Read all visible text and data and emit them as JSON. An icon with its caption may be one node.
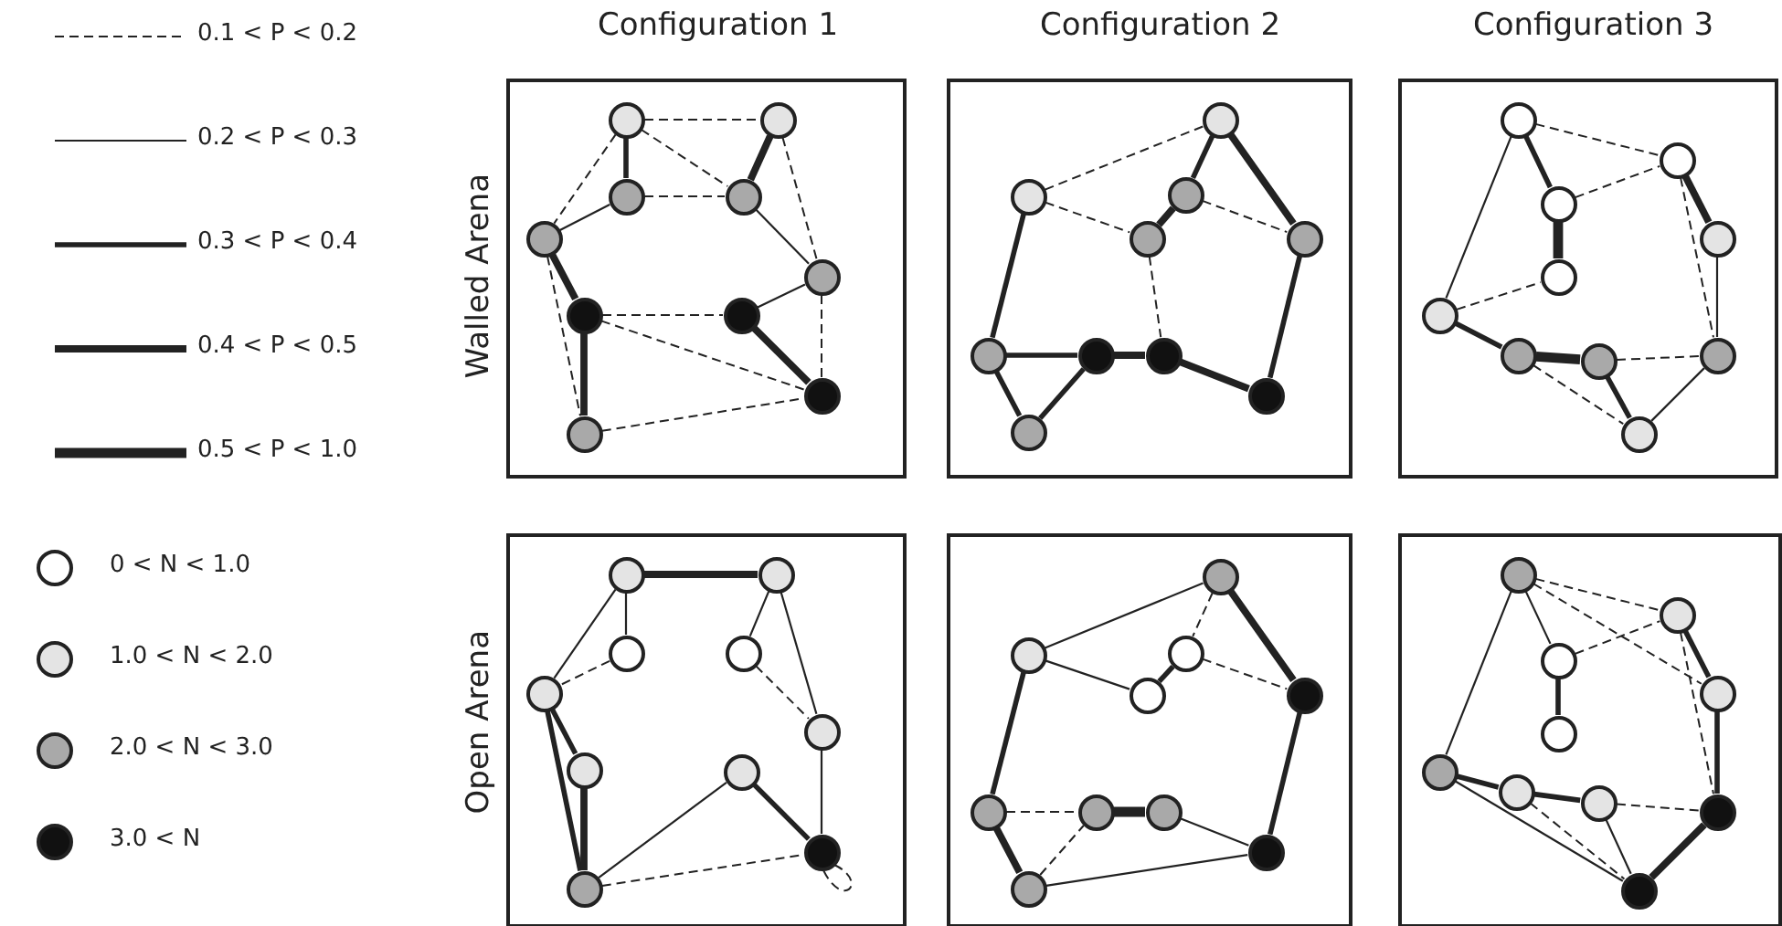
{
  "diagram": {
    "nodes": [
      {
        "text": [],
        "shape": "box"
      },
      {
        "text": [],
        "shape": "circle",
        "in": 0
      },
      {
        "text": [],
        "shape": "circle",
        "in": 0
      },
      {
        "text": [],
        "shape": "circle",
        "in": 0
      },
      {
        "text": [],
        "shape": "circle",
        "in": 0
      },
      {
        "text": [],
        "shape": "circle",
        "in": 0
      },
      {
        "text": [],
        "shape": "circle",
        "in": 0
      },
      {
        "text": [],
        "shape": "circle",
        "in": 0
      },
      {
        "text": [],
        "shape": "circle",
        "in": 0
      },
      {
        "text": [],
        "shape": "circle",
        "in": 0
      },
      {
        "text": [],
        "shape": "circle",
        "in": 0
      },
      {
        "text": [],
        "shape": "box"
      },
      {
        "text": [],
        "shape": "circle",
        "in": 11
      },
      {
        "text": [],
        "shape": "circle",
        "in": 11
      },
      {
        "text": [],
        "shape": "circle",
        "in": 11
      },
      {
        "text": [],
        "shape": "circle",
        "in": 11
      },
      {
        "text": [],
        "shape": "circle",
        "in": 11
      },
      {
        "text": [],
        "shape": "circle",
        "in": 11
      },
      {
        "text": [],
        "shape": "circle",
        "in": 11
      },
      {
        "text": [],
        "shape": "circle",
        "in": 11
      },
      {
        "text": [],
        "shape": "circle",
        "in": 11
      },
      {
        "text": [],
        "shape": "circle",
        "in": 11
      },
      {
        "text": [],
        "shape": "box"
      },
      {
        "text": [],
        "shape": "circle",
        "in": 22
      },
      {
        "text": [],
        "shape": "circle",
        "in": 22
      },
      {
        "text": [],
        "shape": "circle",
        "in": 22
      },
      {
        "text": [],
        "shape": "circle",
        "in": 22
      },
      {
        "text": [],
        "shape": "circle",
        "in": 22
      },
      {
        "text": [],
        "shape": "circle",
        "in": 22
      },
      {
        "text": [],
        "shape": "circle",
        "in": 22
      },
      {
        "text": [],
        "shape": "circle",
        "in": 22
      },
      {
        "text": [],
        "shape": "circle",
        "in": 22
      },
      {
        "text": [],
        "shape": "circle",
        "in": 22
      },
      {
        "text": [],
        "shape": "box"
      },
      {
        "text": [],
        "shape": "circle",
        "in": 33
      },
      {
        "text": [],
        "shape": "circle",
        "in": 33
      },
      {
        "text": [],
        "shape": "circle",
        "in": 33
      },
      {
        "text": [],
        "shape": "circle",
        "in": 33
      },
      {
        "text": [],
        "shape": "circle",
        "in": 33
      },
      {
        "text": [],
        "shape": "circle",
        "in": 33
      },
      {
        "text": [],
        "shape": "circle",
        "in": 33
      },
      {
        "text": [],
        "shape": "circle",
        "in": 33
      },
      {
        "text": [],
        "shape": "circle",
        "in": 33
      },
      {
        "text": [],
        "shape": "circle",
        "in": 33
      },
      {
        "text": [],
        "shape": "box"
      },
      {
        "text": [],
        "shape": "circle",
        "in": 44
      },
      {
        "text": [],
        "shape": "circle",
        "in": 44
      },
      {
        "text": [],
        "shape": "circle",
        "in": 44
      },
      {
        "text": [],
        "shape": "circle",
        "in": 44
      },
      {
        "text": [],
        "shape": "circle",
        "in": 44
      },
      {
        "text": [],
        "shape": "circle",
        "in": 44
      },
      {
        "text": [],
        "shape": "circle",
        "in": 44
      },
      {
        "text": [],
        "shape": "circle",
        "in": 44
      },
      {
        "text": [],
        "shape": "circle",
        "in": 44
      },
      {
        "text": [],
        "shape": "circle",
        "in": 44
      },
      {
        "text": [],
        "shape": "box"
      },
      {
        "text": [],
        "shape": "circle",
        "in": 55
      },
      {
        "text": [],
        "shape": "circle",
        "in": 55
      },
      {
        "text": [],
        "shape": "circle",
        "in": 55
      },
      {
        "text": [],
        "shape": "circle",
        "in": 55
      },
      {
        "text": [],
        "shape": "circle",
        "in": 55
      },
      {
        "text": [],
        "shape": "circle",
        "in": 55
      },
      {
        "text": [],
        "shape": "circle",
        "in": 55
      },
      {
        "text": [],
        "shape": "circle",
        "in": 55
      },
      {
        "text": [],
        "shape": "circle",
        "in": 55
      },
      {
        "text": [],
        "shape": "circle",
        "in": 55
      }
    ],
    "edges": [
      {
        "from": 1,
        "to": 2,
        "arrow": "none",
        "style": "dashed"
      },
      {
        "from": 1,
        "to": 3,
        "arrow": "none",
        "style": "thick"
      },
      {
        "from": 1,
        "to": 5,
        "arrow": "none",
        "style": "dashed"
      },
      {
        "from": 1,
        "to": 4,
        "arrow": "none",
        "style": "dashed"
      },
      {
        "from": 2,
        "to": 4,
        "arrow": "none",
        "style": "thick"
      },
      {
        "from": 2,
        "to": 6,
        "arrow": "none",
        "style": "dashed"
      },
      {
        "from": 3,
        "to": 4,
        "arrow": "none",
        "style": "dashed"
      },
      {
        "from": 3,
        "to": 5,
        "arrow": "none"
      },
      {
        "from": 4,
        "to": 6,
        "arrow": "none"
      },
      {
        "from": 5,
        "to": 7,
        "arrow": "none",
        "style": "thick"
      },
      {
        "from": 5,
        "to": 10,
        "arrow": "none",
        "style": "dashed"
      },
      {
        "from": 7,
        "to": 10,
        "arrow": "none",
        "style": "thick"
      },
      {
        "from": 7,
        "to": 8,
        "arrow": "none",
        "style": "dashed"
      },
      {
        "from": 7,
        "to": 9,
        "arrow": "none",
        "style": "dashed"
      },
      {
        "from": 8,
        "to": 6,
        "arrow": "none"
      },
      {
        "from": 8,
        "to": 9,
        "arrow": "none",
        "style": "thick"
      },
      {
        "from": 6,
        "to": 9,
        "arrow": "none",
        "style": "dashed"
      },
      {
        "from": 10,
        "to": 9,
        "arrow": "none",
        "style": "dashed"
      },
      {
        "from": 13,
        "to": 12,
        "arrow": "none",
        "style": "dashed"
      },
      {
        "from": 13,
        "to": 15,
        "arrow": "none",
        "style": "dashed"
      },
      {
        "from": 13,
        "to": 17,
        "arrow": "none",
        "style": "thick"
      },
      {
        "from": 12,
        "to": 14,
        "arrow": "none",
        "style": "thick"
      },
      {
        "from": 12,
        "to": 16,
        "arrow": "none",
        "style": "thick"
      },
      {
        "from": 14,
        "to": 15,
        "arrow": "none",
        "style": "thick"
      },
      {
        "from": 14,
        "to": 16,
        "arrow": "none",
        "style": "dashed"
      },
      {
        "from": 15,
        "to": 19,
        "arrow": "none",
        "style": "dashed"
      },
      {
        "from": 16,
        "to": 20,
        "arrow": "none",
        "style": "thick"
      },
      {
        "from": 17,
        "to": 18,
        "arrow": "none",
        "style": "thick"
      },
      {
        "from": 17,
        "to": 21,
        "arrow": "none",
        "style": "thick"
      },
      {
        "from": 21,
        "to": 18,
        "arrow": "none",
        "style": "thick"
      },
      {
        "from": 18,
        "to": 19,
        "arrow": "none",
        "style": "thick"
      },
      {
        "from": 19,
        "to": 20,
        "arrow": "none",
        "style": "thick"
      },
      {
        "from": 23,
        "to": 24,
        "arrow": "none",
        "style": "dashed"
      },
      {
        "from": 23,
        "to": 25,
        "arrow": "none",
        "style": "thick"
      },
      {
        "from": 23,
        "to": 28,
        "arrow": "none"
      },
      {
        "from": 25,
        "to": 24,
        "arrow": "none",
        "style": "dashed"
      },
      {
        "from": 25,
        "to": 27,
        "arrow": "none",
        "style": "thick"
      },
      {
        "from": 24,
        "to": 26,
        "arrow": "none",
        "style": "thick"
      },
      {
        "from": 24,
        "to": 31,
        "arrow": "none",
        "style": "dashed"
      },
      {
        "from": 26,
        "to": 31,
        "arrow": "none"
      },
      {
        "from": 28,
        "to": 27,
        "arrow": "none",
        "style": "dashed"
      },
      {
        "from": 28,
        "to": 29,
        "arrow": "none",
        "style": "thick"
      },
      {
        "from": 29,
        "to": 30,
        "arrow": "none",
        "style": "thick"
      },
      {
        "from": 29,
        "to": 32,
        "arrow": "none",
        "style": "dashed"
      },
      {
        "from": 30,
        "to": 32,
        "arrow": "none",
        "style": "thick"
      },
      {
        "from": 30,
        "to": 31,
        "arrow": "none",
        "style": "dashed"
      },
      {
        "from": 31,
        "to": 32,
        "arrow": "none"
      },
      {
        "from": 34,
        "to": 35,
        "arrow": "none",
        "style": "thick"
      },
      {
        "from": 34,
        "to": 36,
        "arrow": "none"
      },
      {
        "from": 34,
        "to": 38,
        "arrow": "none"
      },
      {
        "from": 36,
        "to": 38,
        "arrow": "none",
        "style": "dashed"
      },
      {
        "from": 35,
        "to": 37,
        "arrow": "none"
      },
      {
        "from": 35,
        "to": 39,
        "arrow": "none"
      },
      {
        "from": 37,
        "to": 39,
        "arrow": "none",
        "style": "dashed"
      },
      {
        "from": 38,
        "to": 40,
        "arrow": "none",
        "style": "thick"
      },
      {
        "from": 38,
        "to": 43,
        "arrow": "none",
        "style": "thick"
      },
      {
        "from": 40,
        "to": 43,
        "arrow": "none",
        "style": "thick"
      },
      {
        "from": 43,
        "to": 41,
        "arrow": "none"
      },
      {
        "from": 41,
        "to": 42,
        "arrow": "none",
        "style": "thick"
      },
      {
        "from": 39,
        "to": 42,
        "arrow": "none"
      },
      {
        "from": 43,
        "to": 42,
        "arrow": "none",
        "style": "dashed"
      },
      {
        "from": 42,
        "to": 42,
        "arrow": "none",
        "style": "dashed"
      },
      {
        "from": 46,
        "to": 45,
        "arrow": "none"
      },
      {
        "from": 46,
        "to": 48,
        "arrow": "none"
      },
      {
        "from": 46,
        "to": 50,
        "arrow": "none",
        "style": "thick"
      },
      {
        "from": 45,
        "to": 47,
        "arrow": "none",
        "style": "dashed"
      },
      {
        "from": 45,
        "to": 49,
        "arrow": "none",
        "style": "thick"
      },
      {
        "from": 47,
        "to": 48,
        "arrow": "none",
        "style": "thick"
      },
      {
        "from": 47,
        "to": 49,
        "arrow": "none",
        "style": "dashed"
      },
      {
        "from": 49,
        "to": 53,
        "arrow": "none",
        "style": "thick"
      },
      {
        "from": 50,
        "to": 51,
        "arrow": "none",
        "style": "dashed"
      },
      {
        "from": 50,
        "to": 54,
        "arrow": "none",
        "style": "thick"
      },
      {
        "from": 54,
        "to": 51,
        "arrow": "none",
        "style": "dashed"
      },
      {
        "from": 51,
        "to": 52,
        "arrow": "none",
        "style": "thick"
      },
      {
        "from": 52,
        "to": 53,
        "arrow": "none"
      },
      {
        "from": 54,
        "to": 53,
        "arrow": "none"
      },
      {
        "from": 56,
        "to": 57,
        "arrow": "none",
        "style": "dashed"
      },
      {
        "from": 56,
        "to": 59,
        "arrow": "none",
        "style": "dashed"
      },
      {
        "from": 56,
        "to": 58,
        "arrow": "none"
      },
      {
        "from": 56,
        "to": 61,
        "arrow": "none"
      },
      {
        "from": 58,
        "to": 57,
        "arrow": "none",
        "style": "dashed"
      },
      {
        "from": 58,
        "to": 60,
        "arrow": "none",
        "style": "thick"
      },
      {
        "from": 57,
        "to": 59,
        "arrow": "none",
        "style": "thick"
      },
      {
        "from": 57,
        "to": 64,
        "arrow": "none",
        "style": "dashed"
      },
      {
        "from": 59,
        "to": 64,
        "arrow": "none",
        "style": "thick"
      },
      {
        "from": 61,
        "to": 62,
        "arrow": "none",
        "style": "thick"
      },
      {
        "from": 61,
        "to": 65,
        "arrow": "none"
      },
      {
        "from": 62,
        "to": 63,
        "arrow": "none",
        "style": "thick"
      },
      {
        "from": 62,
        "to": 65,
        "arrow": "none",
        "style": "dashed"
      },
      {
        "from": 63,
        "to": 65,
        "arrow": "none"
      },
      {
        "from": 63,
        "to": 64,
        "arrow": "none",
        "style": "dashed"
      },
      {
        "from": 64,
        "to": 65,
        "arrow": "none",
        "style": "thick"
      }
    ],
    "labels": [
      "Configuration 1",
      "Configuration 2",
      "Configuration 3",
      "Walled Arena",
      "Open Arena"
    ],
    "legend": [
      {
        "text": "0.1 < P < 0.2"
      },
      {
        "text": "0.2 < P < 0.3"
      },
      {
        "text": "0.3 < P < 0.4"
      },
      {
        "text": "0.4 < P < 0.5"
      },
      {
        "text": "0.5 < P < 1.0"
      },
      {
        "text": "0 < N < 1.0",
        "color": "#ffffff"
      },
      {
        "text": "1.0 < N < 2.0",
        "color": "#e4e4e4"
      },
      {
        "text": "2.0 < N < 3.0",
        "color": "#a9a9a9"
      },
      {
        "text": "3.0 < N",
        "color": "#111111"
      }
    ]
  }
}
